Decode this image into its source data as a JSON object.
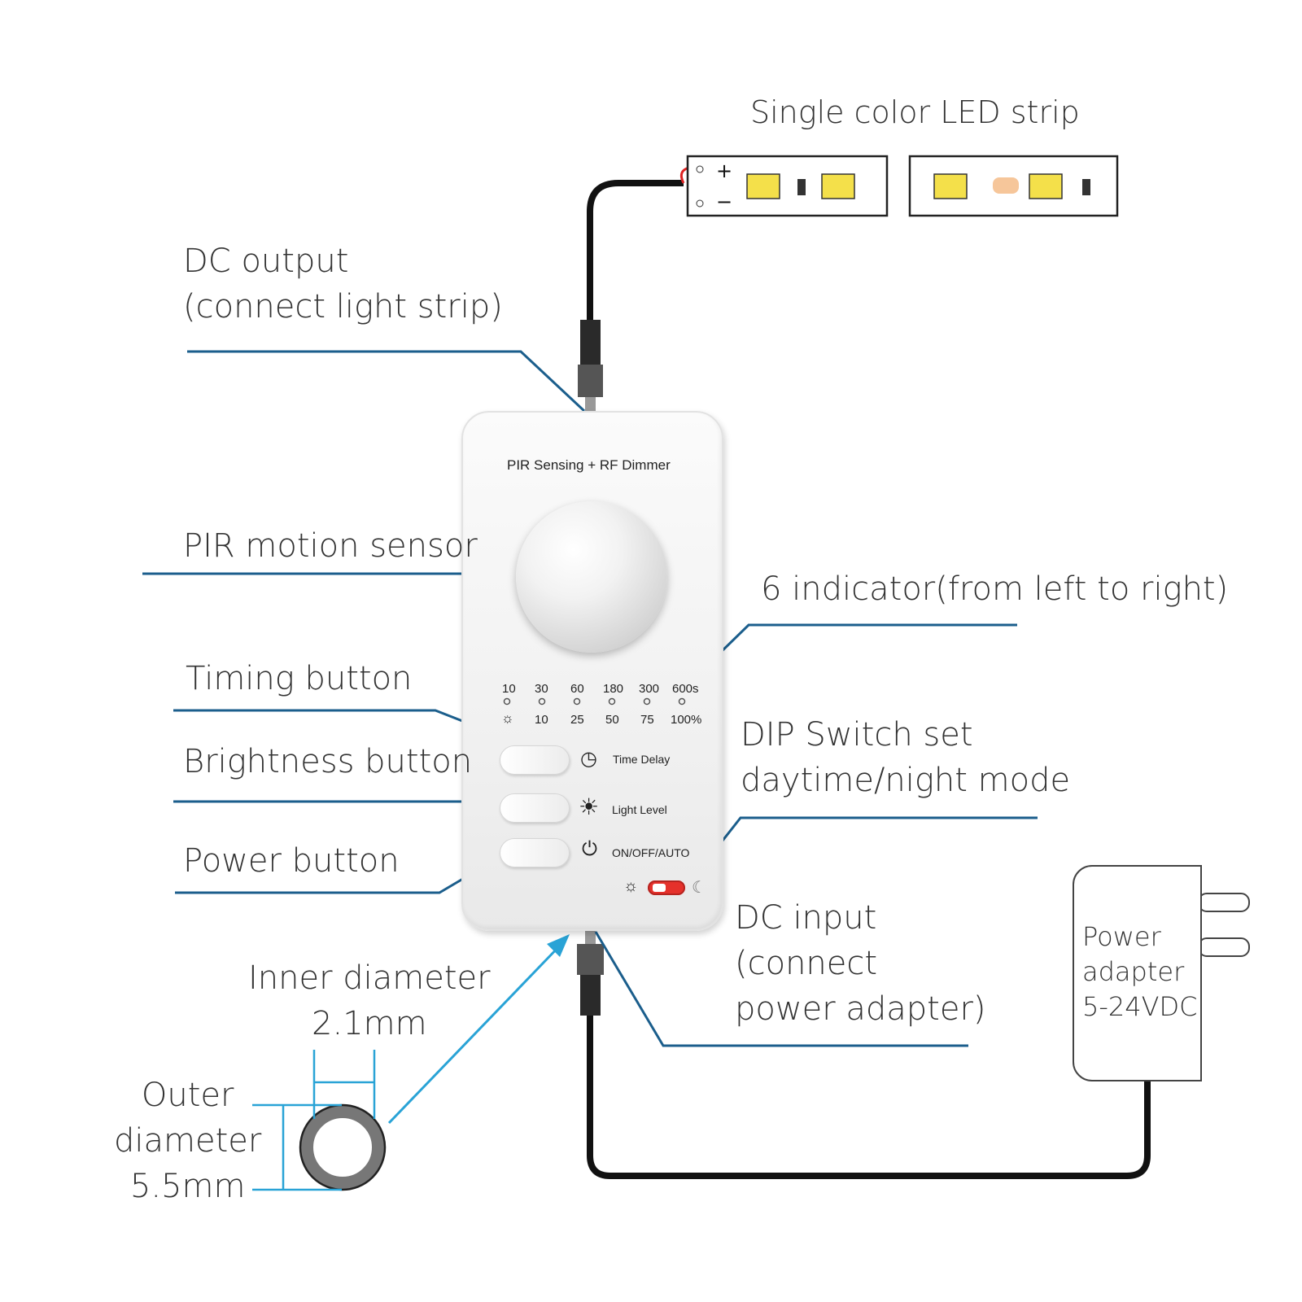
{
  "strip": {
    "title": "Single color LED strip"
  },
  "labels": {
    "dc_output": "DC output\n(connect light strip)",
    "pir_sensor": "PIR motion sensor",
    "indicator": "6 indicator(from left to right)",
    "timing": "Timing button",
    "brightness": "Brightness button",
    "dip": "DIP Switch set\ndaytime/night mode",
    "power": "Power button",
    "dc_input": "DC input\n(connect\npower adapter)",
    "inner": "Inner diameter\n2.1mm",
    "outer": "Outer\ndiameter\n5.5mm"
  },
  "device": {
    "title": "PIR Sensing + RF Dimmer",
    "time_row": [
      "10",
      "30",
      "60",
      "180",
      "300",
      "600s"
    ],
    "level_row": [
      "10",
      "25",
      "50",
      "75",
      "100%"
    ],
    "buttons": [
      "Time Delay",
      "Light Level",
      "ON/OFF/AUTO"
    ]
  },
  "adapter": {
    "text": "Power\nadapter\n5-24VDC"
  },
  "colors": {
    "leader": "#1b5e8c",
    "arrow": "#29a3d6",
    "switch": "#e5312b"
  },
  "icons": [
    "clock-icon",
    "sun-half-icon",
    "power-icon",
    "sun-icon",
    "moon-icon"
  ]
}
